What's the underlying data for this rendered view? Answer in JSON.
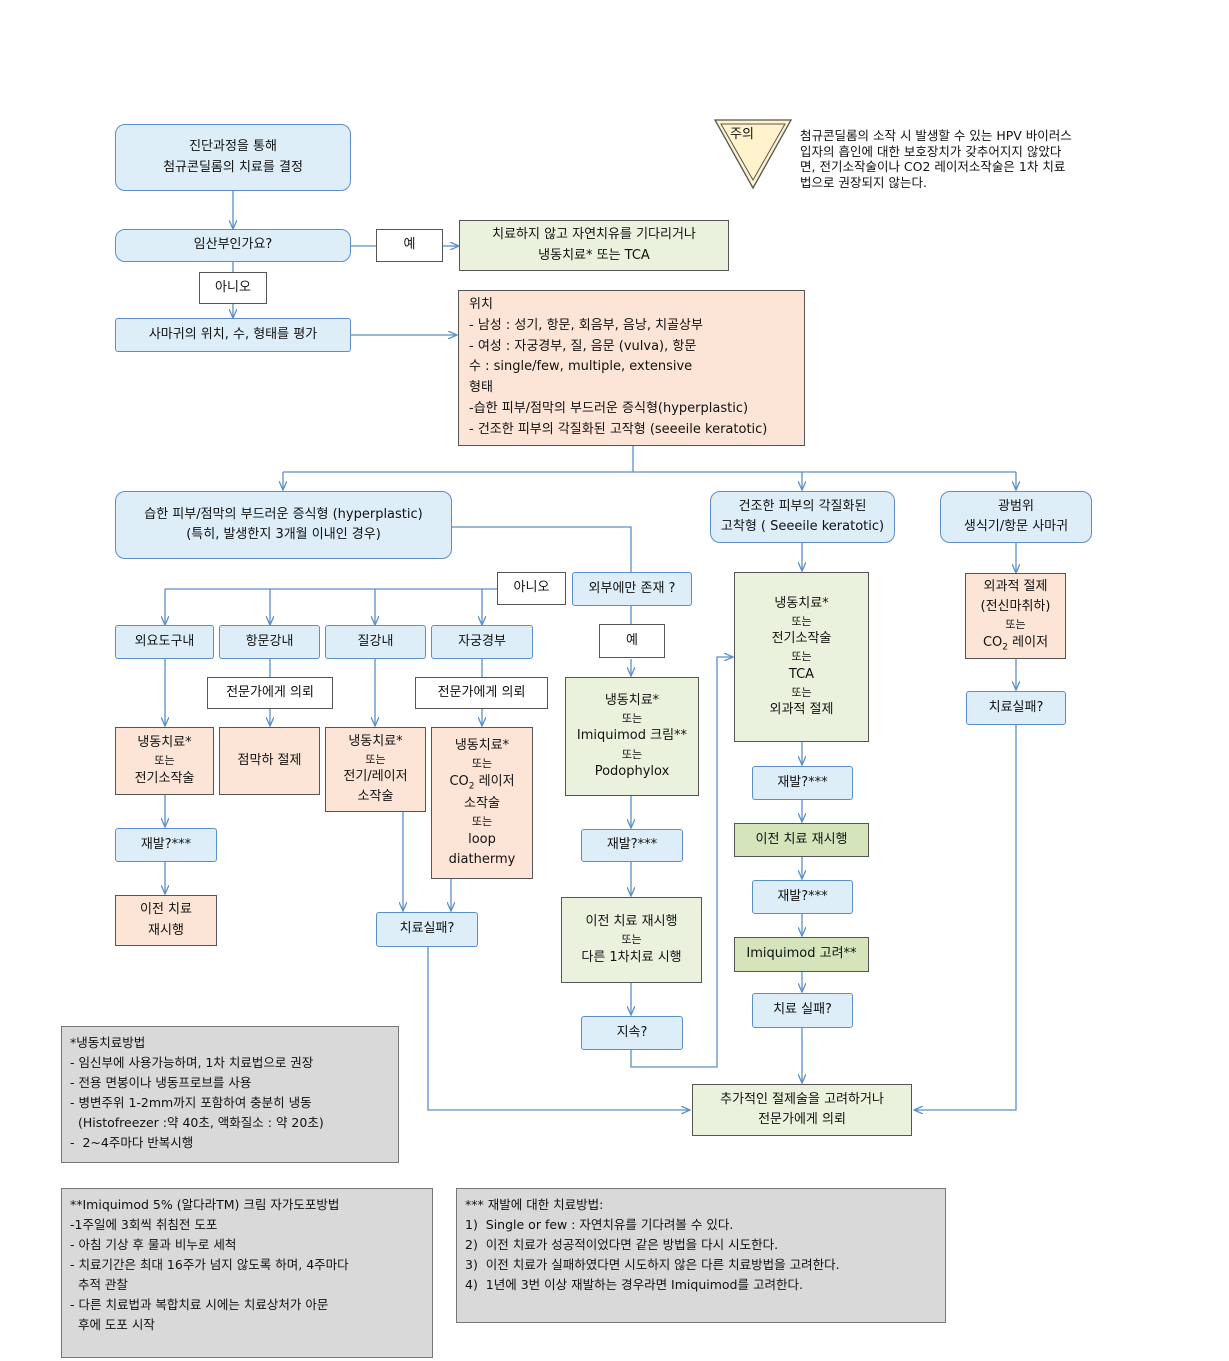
{
  "caution": {
    "label": "주의",
    "text": "첨규콘딜롬의 소작 시 발생할 수 있는 HPV 바이러스 입자의 흡인에 대한 보호장치가 갖추어지지 않았다면, 전기소작술이나 CO2 레이저소작술은 1차 치료법으로 권장되지 않는다."
  },
  "nodes": {
    "start_l1": "진단과정을 통해",
    "start_l2": "첨규콘딜롬의 치료를 결정",
    "pregnant": "임산부인가요?",
    "yes1": "예",
    "pregnant_tx_l1": "치료하지 않고 자연치유를 기다리거나",
    "pregnant_tx_l2": "냉동치료* 또는 TCA",
    "no1": "아니오",
    "evaluate": "사마귀의 위치, 수, 형태를 평가",
    "info_lines": [
      "위치",
      "- 남성 : 성기, 항문, 회음부, 음낭, 치골상부",
      "- 여성 : 자궁경부, 질, 음문 (vulva), 항문",
      "수 : single/few, multiple, extensive",
      "형태",
      "-습한 피부/점막의 부드러운 증식형(hyperplastic)",
      "- 건조한 피부의 각질화된 고작형 (seeeile keratotic)"
    ],
    "hyper_l1": "습한 피부/점막의 부드러운 증식형 (hyperplastic)",
    "hyper_l2": "(특히, 발생한지 3개월 이내인 경우)",
    "kera_l1": "건조한 피부의 각질화된",
    "kera_l2": "고착형 ( Seeeile keratotic)",
    "wide_l1": "광범위",
    "wide_l2": "생식기/항문 사마귀",
    "no2": "아니오",
    "external_only": "외부에만 존재 ?",
    "urethra": "외요도구내",
    "anal": "항문강내",
    "vaginal": "질강내",
    "cervix": "자궁경부",
    "refer1": "전문가에게 의뢰",
    "refer2": "전문가에게 의뢰",
    "yes2": "예",
    "or": "또는",
    "urethra_tx_a": "냉동치료*",
    "urethra_tx_b": "전기소작술",
    "anal_tx": "점막하 절제",
    "vag_tx_a": "냉동치료*",
    "vag_tx_b1": "전기/레이저",
    "vag_tx_b2": "소작술",
    "cerv_tx_a": "냉동치료*",
    "cerv_tx_b1": "CO",
    "cerv_tx_b1_sub": "2",
    "cerv_tx_b1_rest": " 레이저",
    "cerv_tx_b2": "소작술",
    "cerv_tx_c1": "loop",
    "cerv_tx_c2": "diathermy",
    "ext_tx_a": "냉동치료*",
    "ext_tx_b": "Imiquimod 크림**",
    "ext_tx_c": "Podophylox",
    "kera_tx_a": "냉동치료*",
    "kera_tx_b": "전기소작술",
    "kera_tx_c": "TCA",
    "kera_tx_d": "외과적 절제",
    "wide_tx_a": "외과적 절제",
    "wide_tx_b": "(전신마취하)",
    "wide_tx_c1": "CO",
    "wide_tx_c1_sub": "2",
    "wide_tx_c1_rest": " 레이저",
    "recur": "재발?***",
    "prev_retry_l1": "이전 치료",
    "prev_retry_l2": "재시행",
    "fail": "치료실패?",
    "ext_retry_a": "이전 치료 재시행",
    "ext_retry_b": "다른 1차치료 시행",
    "persist": "지속?",
    "kera_retry": "이전 치료 재시행",
    "imiq_consider": "Imiquimod 고려**",
    "fail2": "치료 실패?",
    "final_l1": "추가적인 절제술을 고려하거나",
    "final_l2": "전문가에게 의뢰"
  },
  "notes": {
    "cryo": [
      "*냉동치료방법",
      "- 임신부에 사용가능하며, 1차 치료법으로 권장",
      "- 전용 면봉이나 냉동프로브를 사용",
      "- 병변주위 1-2mm까지 포함하여 충분히 냉동",
      "  (Histofreezer :약 40초, 액화질소 : 약 20초)",
      "-  2~4주마다 반복시행"
    ],
    "imiq": [
      "**Imiquimod 5% (알다라TM) 크림 자가도포방법",
      "-1주일에 3회씩 취침전 도포",
      "- 아침 기상 후 물과 비누로 세척",
      "- 치료기간은 최대 16주가 넘지 않도록 하며, 4주마다",
      "  추적 관찰",
      "- 다른 치료법과 복합치료 시에는 치료상처가 아문",
      "  후에 도포 시작"
    ],
    "recur": [
      "*** 재발에 대한 치료방법:",
      "1)  Single or few : 자연치유를 기다려볼 수 있다.",
      "2)  이전 치료가 성공적이었다면 같은 방법을 다시 시도한다.",
      "3)  이전 치료가 실패하였다면 시도하지 않은 다른 치료방법을 고려한다.",
      "4)  1년에 3번 이상 재발하는 경우라면 Imiquimod를 고려한다."
    ]
  },
  "colors": {
    "blue_fill": "#ddeef8",
    "blue_border": "#5b8fc7",
    "green_fill": "#eaf2dd",
    "peach_fill": "#fce4d6",
    "gray_fill": "#d9d9d9",
    "caution_fill": "#fff2cc"
  }
}
